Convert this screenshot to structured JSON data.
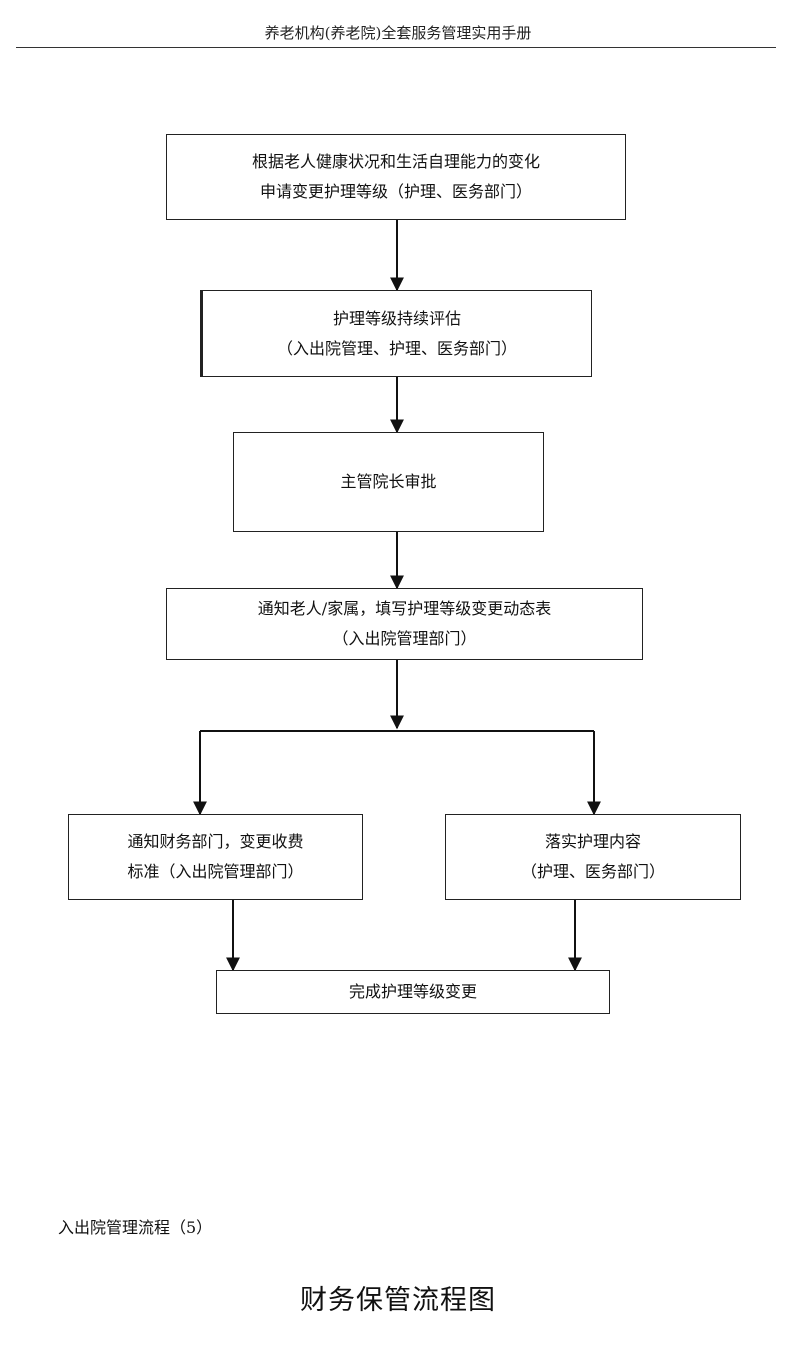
{
  "header": {
    "title": "养老机构(养老院)全套服务管理实用手册"
  },
  "flowchart": {
    "boxes": [
      {
        "id": "apply",
        "lines": [
          "根据老人健康状况和生活自理能力的变化",
          "申请变更护理等级（护理、医务部门）"
        ]
      },
      {
        "id": "assess",
        "lines": [
          "护理等级持续评估",
          "（入出院管理、护理、医务部门）"
        ]
      },
      {
        "id": "approve",
        "lines": [
          "主管院长审批"
        ]
      },
      {
        "id": "notify",
        "lines": [
          "通知老人/家属，填写护理等级变更动态表",
          "（入出院管理部门）"
        ]
      },
      {
        "id": "finance",
        "lines": [
          "通知财务部门，变更收费",
          "标准（入出院管理部门）"
        ]
      },
      {
        "id": "care",
        "lines": [
          "落实护理内容",
          "（护理、医务部门）"
        ]
      },
      {
        "id": "complete",
        "lines": [
          "完成护理等级变更"
        ]
      }
    ]
  },
  "caption": "入出院管理流程（5）",
  "section_title": "财务保管流程图"
}
